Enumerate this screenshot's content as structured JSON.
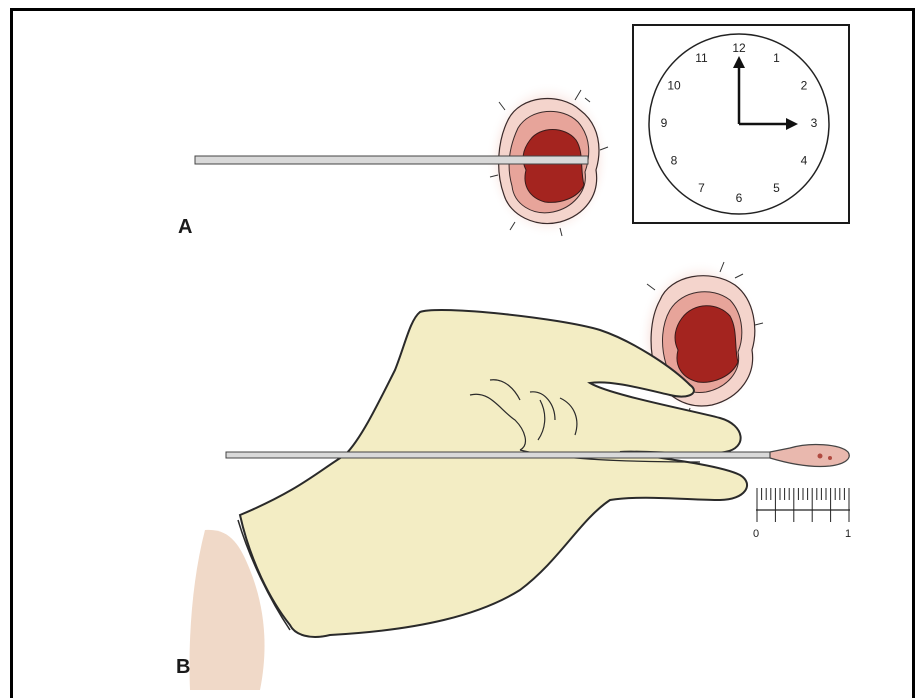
{
  "figure": {
    "panel_a_label": "A",
    "panel_b_label": "B",
    "clock_numbers": [
      "12",
      "1",
      "2",
      "3",
      "4",
      "5",
      "6",
      "7",
      "8",
      "9",
      "10",
      "11"
    ],
    "clock_hands": {
      "hour_points_to": "3",
      "minute_points_to": "12"
    },
    "ruler": {
      "start_label": "0",
      "end_label": "1"
    },
    "colors": {
      "wound": "#b02a2a",
      "wound_halo": "#e8b3a8",
      "glove": "#f3edc4",
      "skin": "#f0d9c8",
      "probe": "#d9d9d9"
    }
  }
}
